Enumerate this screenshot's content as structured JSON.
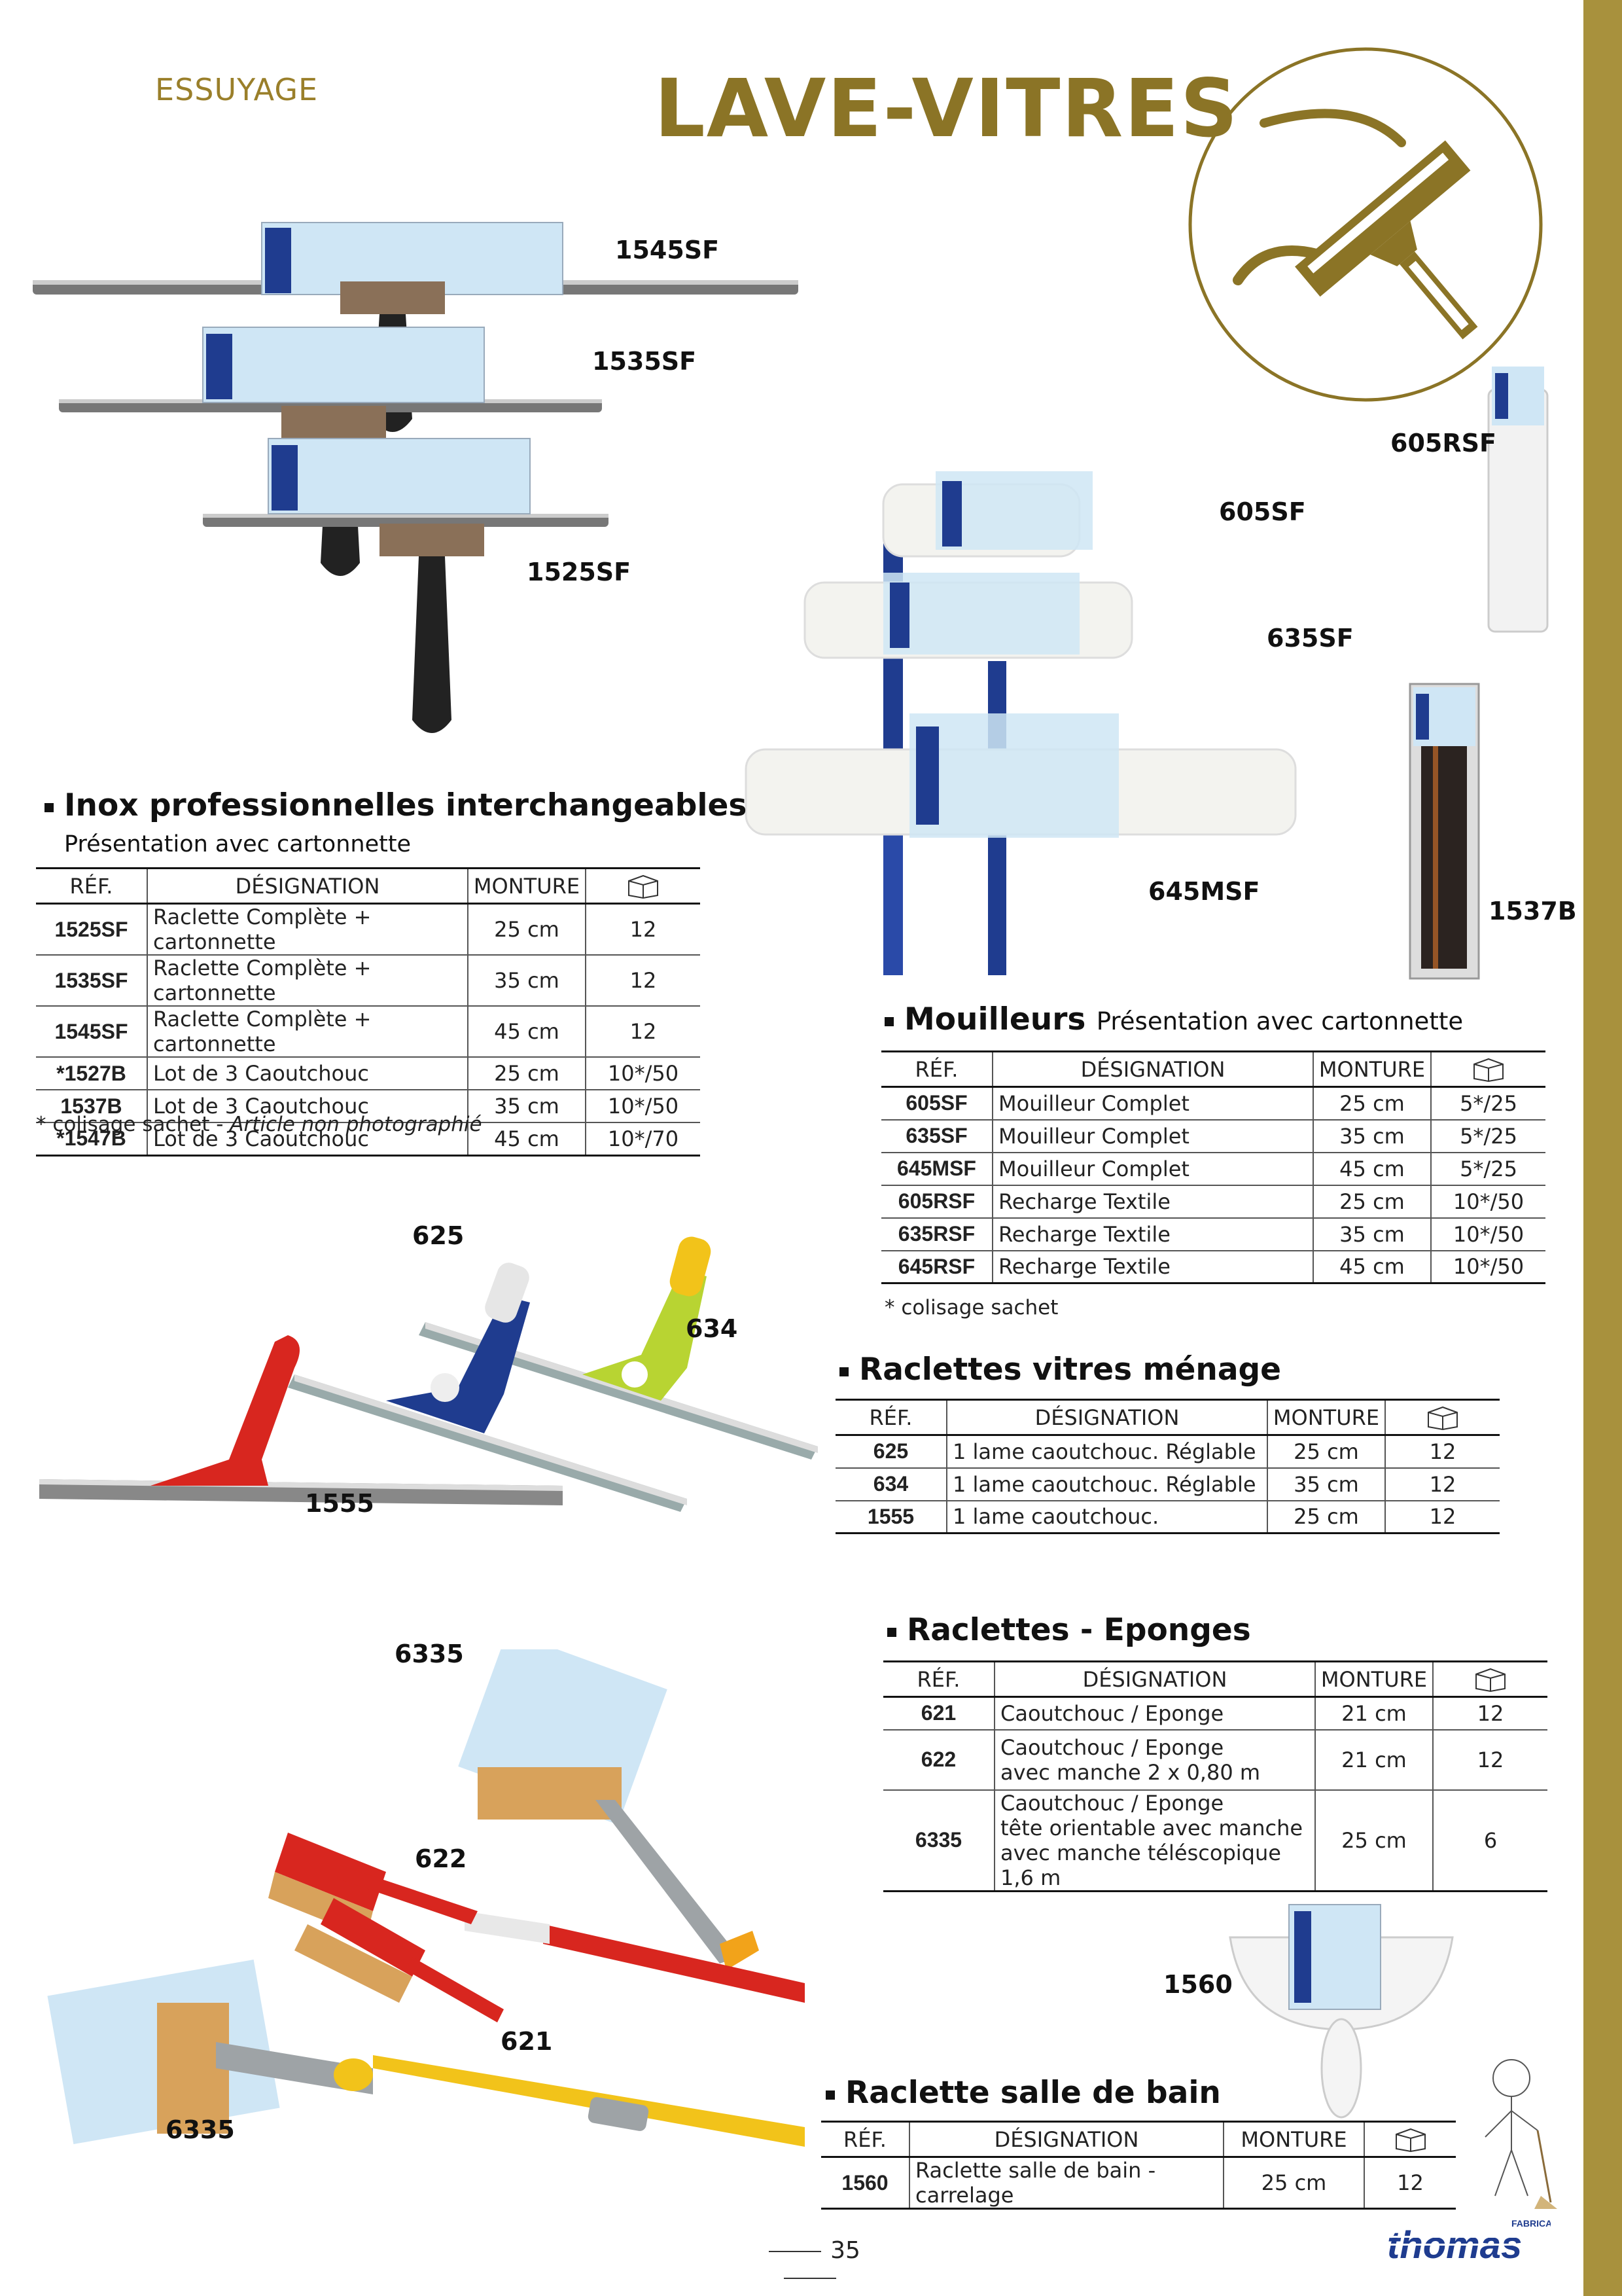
{
  "header": {
    "category": "ESSUYAGE",
    "title": "LAVE-VITRES",
    "emblem_icon": "squeegee-icon"
  },
  "photo_labels": {
    "p1545SF": "1545SF",
    "p1535SF": "1535SF",
    "p1525SF": "1525SF",
    "p605RSF": "605RSF",
    "p605SF": "605SF",
    "p635SF": "635SF",
    "p645MSF": "645MSF",
    "p1537B": "1537B",
    "p625": "625",
    "p634": "634",
    "p1555": "1555",
    "p6335a": "6335",
    "p622": "622",
    "p621": "621",
    "p6335b": "6335",
    "p1560": "1560"
  },
  "columns": {
    "ref": "RÉF.",
    "designation": "DÉSIGNATION",
    "monture": "MONTURE"
  },
  "inox": {
    "title": "Inox professionnelles interchangeables",
    "subtitle": "Présentation avec cartonnette",
    "rows": [
      {
        "ref": "1525SF",
        "designation": "Raclette Complète + cartonnette",
        "monture": "25 cm",
        "qty": "12"
      },
      {
        "ref": "1535SF",
        "designation": "Raclette Complète + cartonnette",
        "monture": "35 cm",
        "qty": "12"
      },
      {
        "ref": "1545SF",
        "designation": "Raclette Complète + cartonnette",
        "monture": "45 cm",
        "qty": "12"
      },
      {
        "ref": "*1527B",
        "designation": "Lot de 3 Caoutchouc",
        "monture": "25 cm",
        "qty": "10*/50"
      },
      {
        "ref": "1537B",
        "designation": "Lot de 3 Caoutchouc",
        "monture": "35 cm",
        "qty": "10*/50"
      },
      {
        "ref": "*1547B",
        "designation": "Lot de 3 Caoutchouc",
        "monture": "45 cm",
        "qty": "10*/70"
      }
    ],
    "note_prefix": "* colisage sachet - ",
    "note_italic": "Article non photographié"
  },
  "mouilleurs": {
    "title": "Mouilleurs",
    "title_suffix": "Présentation avec cartonnette",
    "rows": [
      {
        "ref": "605SF",
        "designation": "Mouilleur Complet",
        "monture": "25 cm",
        "qty": "5*/25"
      },
      {
        "ref": "635SF",
        "designation": "Mouilleur Complet",
        "monture": "35 cm",
        "qty": "5*/25"
      },
      {
        "ref": "645MSF",
        "designation": "Mouilleur Complet",
        "monture": "45 cm",
        "qty": "5*/25"
      },
      {
        "ref": "605RSF",
        "designation": "Recharge Textile",
        "monture": "25 cm",
        "qty": "10*/50"
      },
      {
        "ref": "635RSF",
        "designation": "Recharge Textile",
        "monture": "35 cm",
        "qty": "10*/50"
      },
      {
        "ref": "645RSF",
        "designation": "Recharge Textile",
        "monture": "45 cm",
        "qty": "10*/50"
      }
    ],
    "note": "* colisage sachet"
  },
  "menage": {
    "title": "Raclettes vitres ménage",
    "rows": [
      {
        "ref": "625",
        "designation": "1 lame caoutchouc. Réglable",
        "monture": "25 cm",
        "qty": "12"
      },
      {
        "ref": "634",
        "designation": "1 lame caoutchouc. Réglable",
        "monture": "35 cm",
        "qty": "12"
      },
      {
        "ref": "1555",
        "designation": "1 lame caoutchouc.",
        "monture": "25 cm",
        "qty": "12"
      }
    ]
  },
  "eponges": {
    "title": "Raclettes - Eponges",
    "rows": [
      {
        "ref": "621",
        "lines": [
          "Caoutchouc / Eponge"
        ],
        "monture": "21 cm",
        "qty": "12"
      },
      {
        "ref": "622",
        "lines": [
          "Caoutchouc / Eponge",
          "avec manche 2 x 0,80 m"
        ],
        "monture": "21 cm",
        "qty": "12"
      },
      {
        "ref": "6335",
        "lines": [
          "Caoutchouc / Eponge",
          "tête orientable avec manche",
          "avec manche téléscopique 1,6 m"
        ],
        "monture": "25 cm",
        "qty": "6"
      }
    ]
  },
  "bain": {
    "title": "Raclette salle de bain",
    "rows": [
      {
        "ref": "1560",
        "designation": "Raclette salle de bain - carrelage",
        "monture": "25 cm",
        "qty": "12"
      }
    ]
  },
  "footer": {
    "page_number": "35",
    "brand": "thomas",
    "brand_tag": "FABRICANT"
  },
  "colors": {
    "gold": "#8b7426",
    "stripe": "#a8913d",
    "navy": "#1f3c8f",
    "red": "#d8261f",
    "lime": "#b8d432",
    "yellow": "#f2c31a"
  }
}
